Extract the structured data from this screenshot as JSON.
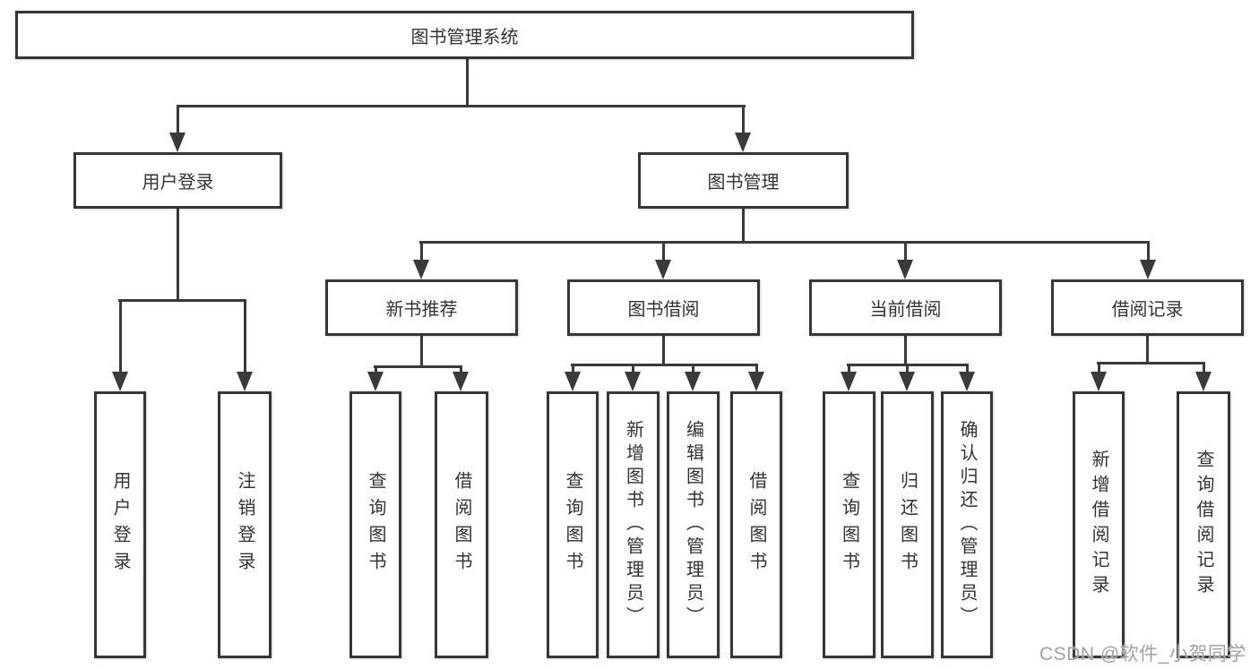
{
  "diagram": {
    "title": "图书管理系统",
    "watermark": "CSDN @软件_小贺同学",
    "colors": {
      "line": "#3a3a3a",
      "box_border": "#363636",
      "text": "#333333",
      "background": "#ffffff",
      "watermark": "#a2a2a2"
    },
    "nodes": {
      "root": {
        "label": "图书管理系统"
      },
      "user_login": {
        "label": "用户登录"
      },
      "book_mgmt": {
        "label": "图书管理"
      },
      "new_book_rec": {
        "label": "新书推荐"
      },
      "book_borrow": {
        "label": "图书借阅"
      },
      "current_borrow": {
        "label": "当前借阅"
      },
      "borrow_records": {
        "label": "借阅记录"
      },
      "leaf_user_login": {
        "label": "用户登录"
      },
      "leaf_logout": {
        "label": "注销登录"
      },
      "leaf_query_books_rec": {
        "label": "查询图书"
      },
      "leaf_borrow_books_rec": {
        "label": "借阅图书"
      },
      "leaf_query_books_borrow": {
        "label": "查询图书"
      },
      "leaf_add_books": {
        "label": "新增图书（管理员）"
      },
      "leaf_edit_books": {
        "label": "编辑图书（管理员）"
      },
      "leaf_borrow_books_borrow": {
        "label": "借阅图书"
      },
      "leaf_query_books_current": {
        "label": "查询图书"
      },
      "leaf_return_books": {
        "label": "归还图书"
      },
      "leaf_confirm_return": {
        "label": "确认归还（管理员）"
      },
      "leaf_add_borrow_record": {
        "label": "新增借阅记录"
      },
      "leaf_query_borrow_record": {
        "label": "查询借阅记录"
      }
    }
  }
}
